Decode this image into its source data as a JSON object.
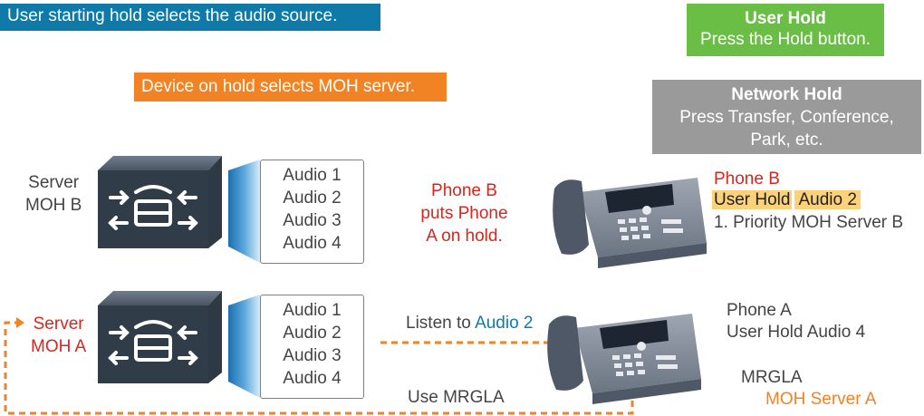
{
  "banners": {
    "user_selects": "User starting hold selects the audio source.",
    "device_selects": "Device on hold selects MOH server.",
    "user_hold_title": "User Hold",
    "user_hold_desc": "Press the Hold button.",
    "network_hold_title": "Network Hold",
    "network_hold_line1": "Press Transfer, Conference,",
    "network_hold_line2": "Park, etc."
  },
  "server_b": {
    "label_line1": "Server",
    "label_line2": "MOH B",
    "audio": [
      "Audio 1",
      "Audio 2",
      "Audio 3",
      "Audio 4"
    ]
  },
  "server_a": {
    "label_line1": "Server",
    "label_line2": "MOH A",
    "audio": [
      "Audio 1",
      "Audio 2",
      "Audio 3",
      "Audio 4"
    ]
  },
  "middle": {
    "hold_line1": "Phone B",
    "hold_line2": "puts Phone",
    "hold_line3": "A on hold.",
    "listen_prefix": "Listen to ",
    "listen_audio": "Audio 2",
    "use_mrgl": "Use MRGLA"
  },
  "phone_b": {
    "name": "Phone B",
    "user_hold": "User Hold",
    "audio": "Audio 2",
    "priority": "1. Priority MOH Server B"
  },
  "phone_a": {
    "name": "Phone A",
    "user_hold": "User Hold Audio 4",
    "mrgl": "MRGLA",
    "moh_server": "MOH Server A"
  },
  "colors": {
    "blue": "#0f7aa8",
    "orange": "#f28325",
    "green": "#6abd45",
    "gray": "#9a9a9a",
    "red": "#d8261c",
    "highlight": "#fbd27a"
  }
}
